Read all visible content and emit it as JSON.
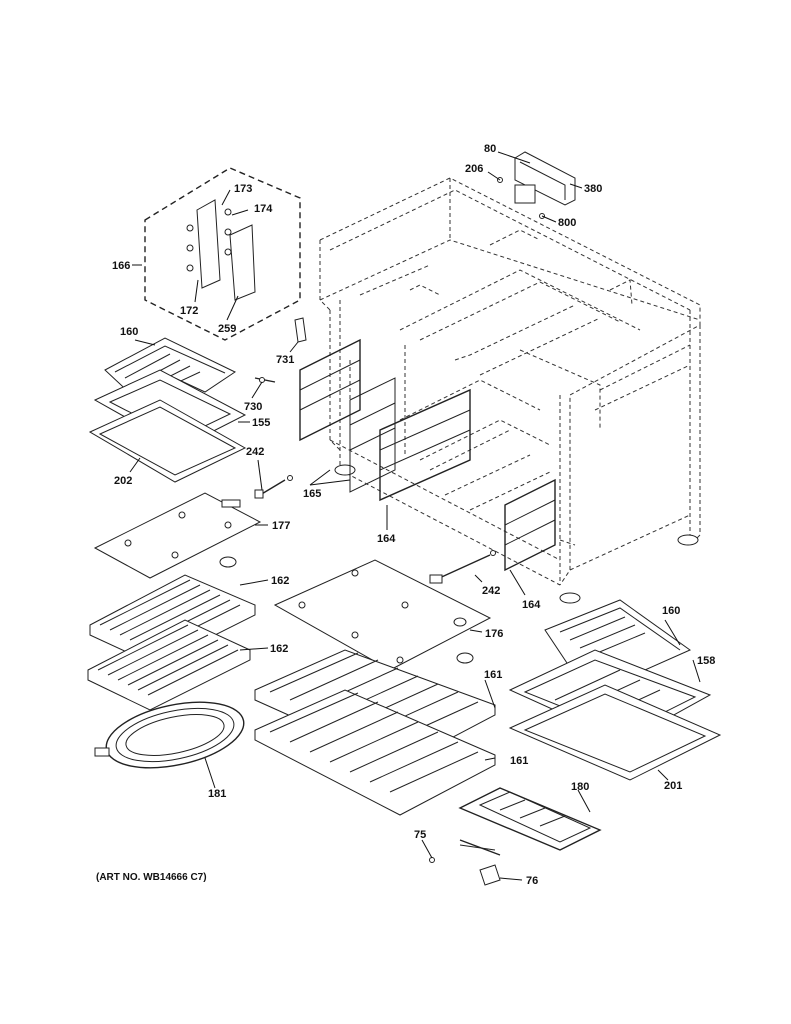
{
  "callouts": {
    "c80": "80",
    "c206": "206",
    "c380": "380",
    "c800": "800",
    "c173": "173",
    "c174": "174",
    "c166": "166",
    "c172": "172",
    "c259": "259",
    "c731": "731",
    "c160a": "160",
    "c730": "730",
    "c155": "155",
    "c202": "202",
    "c242a": "242",
    "c177": "177",
    "c165": "165",
    "c164a": "164",
    "c162a": "162",
    "c242b": "242",
    "c164b": "164",
    "c160b": "160",
    "c176": "176",
    "c162b": "162",
    "c158": "158",
    "c161a": "161",
    "c161b": "161",
    "c181": "181",
    "c201": "201",
    "c180": "180",
    "c75": "75",
    "c76": "76"
  },
  "art_number": "(ART NO. WB14666 C7)"
}
